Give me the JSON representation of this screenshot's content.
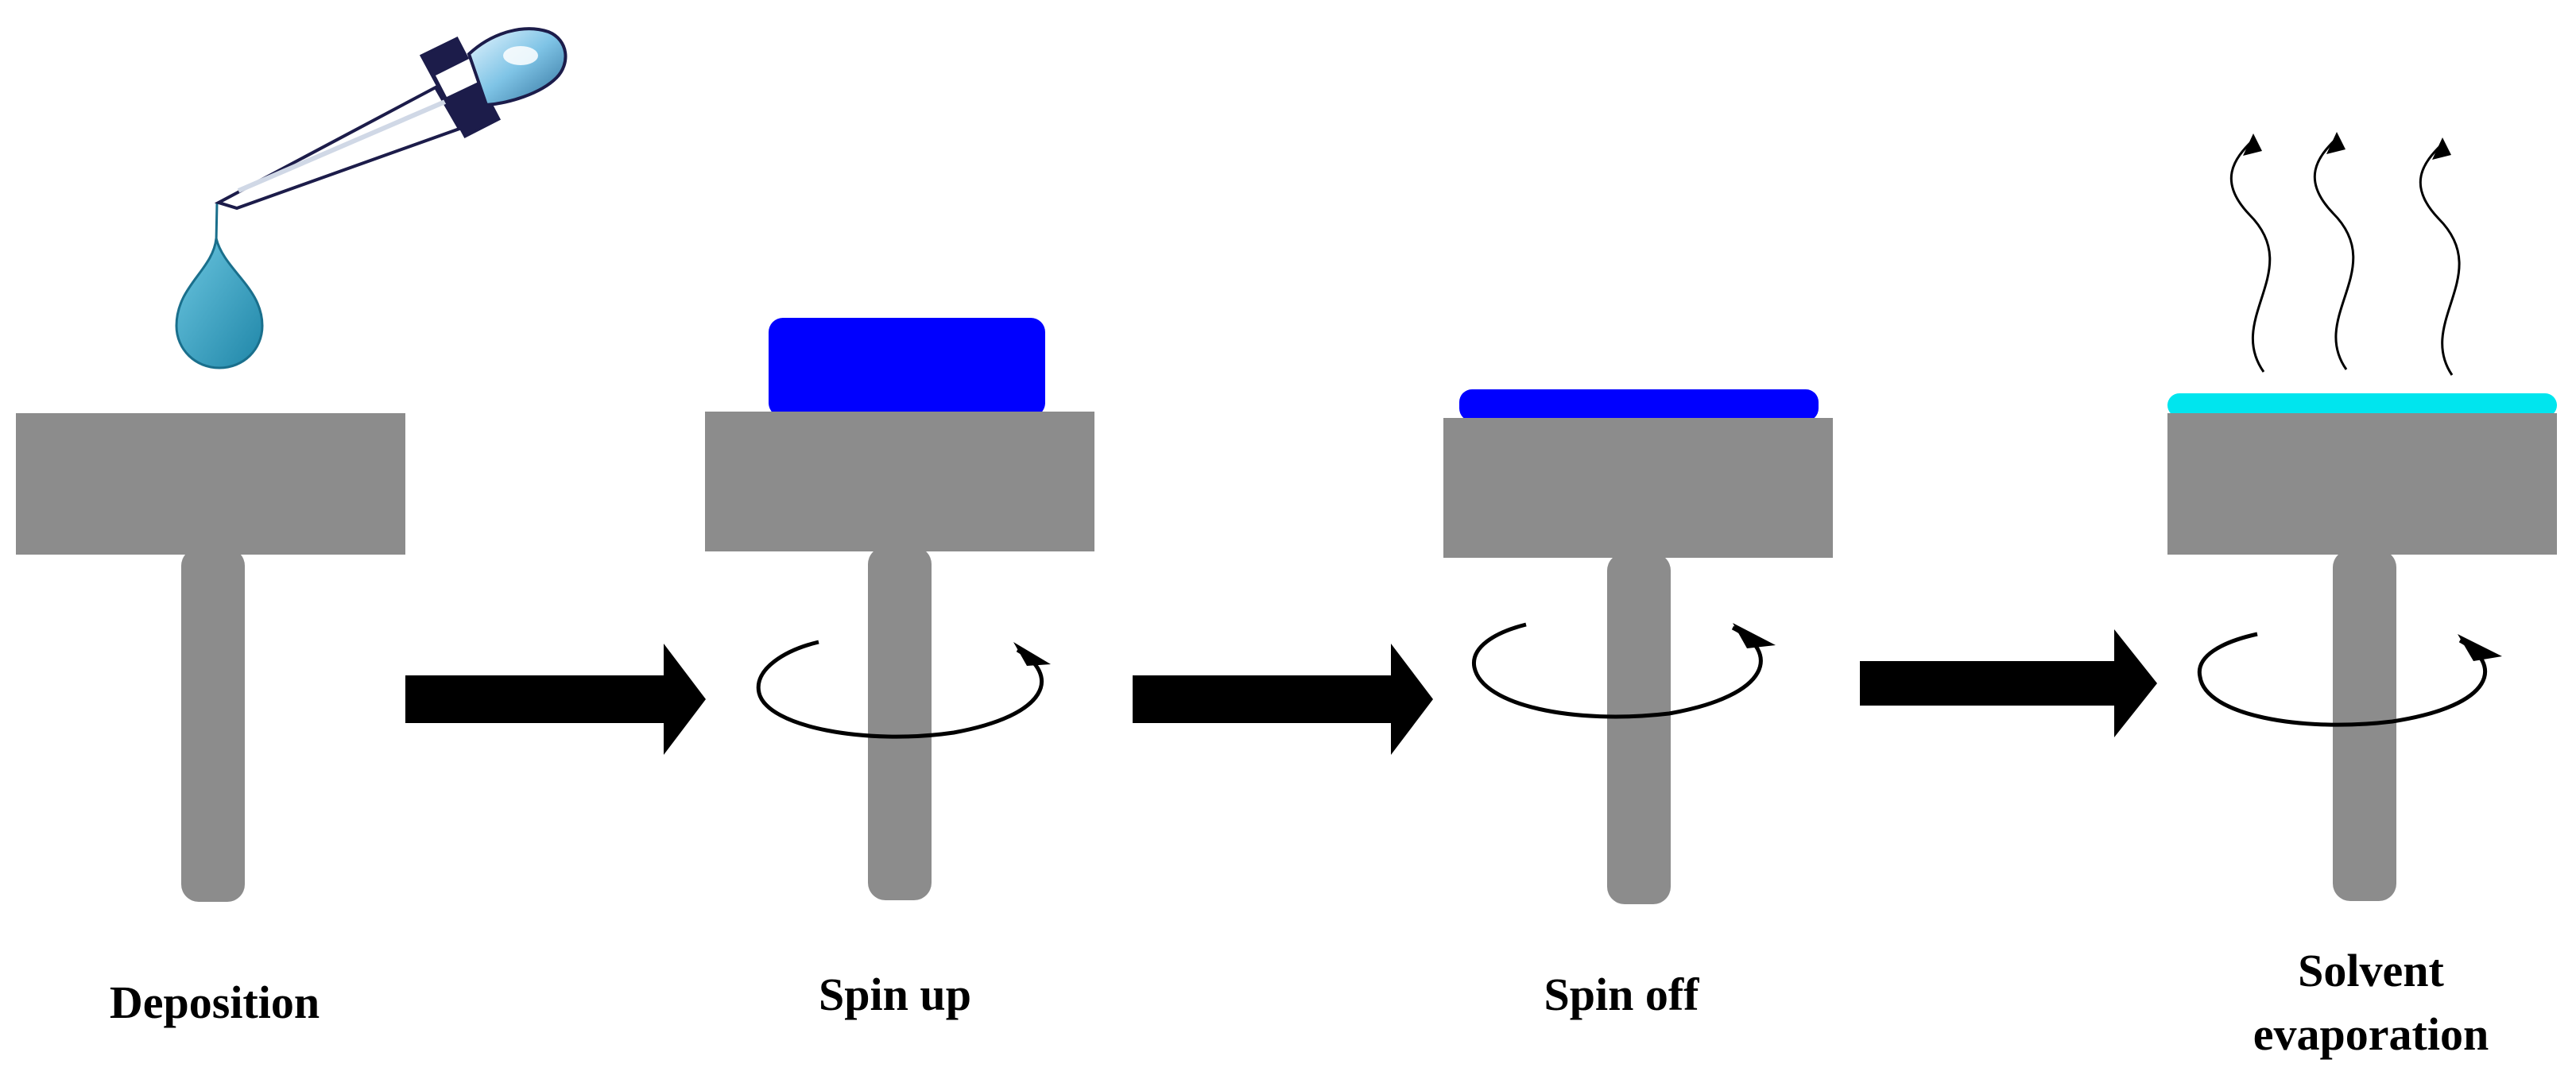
{
  "steps": [
    {
      "id": "deposition",
      "label_lines": [
        "Deposition"
      ],
      "film": "droplet"
    },
    {
      "id": "spin-up",
      "label_lines": [
        "Spin up"
      ],
      "film": "thick",
      "rotating": true
    },
    {
      "id": "spin-off",
      "label_lines": [
        "Spin off"
      ],
      "film": "thin",
      "rotating": true
    },
    {
      "id": "solvent-evaporation",
      "label_lines": [
        "Solvent",
        "evaporation"
      ],
      "film": "dry",
      "rotating": true,
      "vapor": true
    }
  ],
  "colors": {
    "spinner": "#8c8c8c",
    "arrow": "#000000",
    "droplet": "#2e9cc0",
    "film_wet": "#0000ff",
    "film_dry": "#00e5ee",
    "dropper_glass": "#ffffff",
    "dropper_cap": "#1c1c4a",
    "dropper_bulb": "#7fc4e6"
  },
  "icons": {
    "dropper": "pipette-icon",
    "rotation": "rotation-arrow-icon",
    "process_arrow": "right-arrow-icon",
    "vapor": "vapor-wave-icon"
  }
}
